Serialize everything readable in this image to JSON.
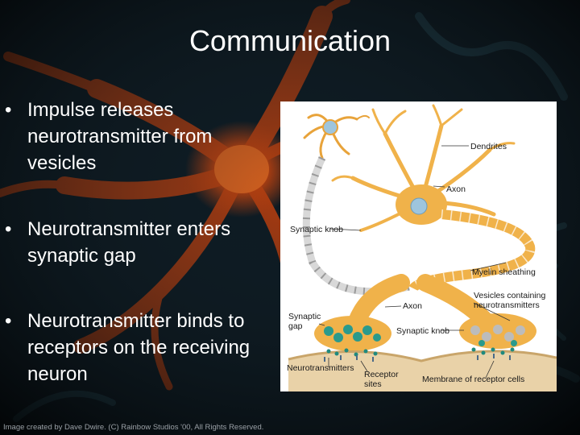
{
  "slide": {
    "title": "Communication",
    "bullets": [
      "Impulse releases neurotransmitter from vesicles",
      "Neurotransmitter enters synaptic gap",
      "Neurotransmitter binds to receptors on the receiving neuron"
    ],
    "bullet_glyph": "•",
    "credit": "Image created by Dave Dwire. (C) Rainbow Studios '00, All Rights Reserved."
  },
  "figure": {
    "labels": {
      "dendrites": "Dendrites",
      "axon_top": "Axon",
      "synaptic_knob_left": "Synaptic knob",
      "myelin_sheathing": "Myelin sheathing",
      "vesicles_line1": "Vesicles containing",
      "vesicles_line2": "neurotransmitters",
      "axon_bottom": "Axon",
      "synaptic_gap_line1": "Synaptic",
      "synaptic_gap_line2": "gap",
      "synaptic_knob_right": "Synaptic knob",
      "neurotransmitters": "Neurotransmitters",
      "receptor_sites_line1": "Receptor",
      "receptor_sites_line2": "sites",
      "membrane": "Membrane of receptor cells"
    }
  },
  "colors": {
    "background": "#050a10",
    "neuron_glow": "#c2410c",
    "neuron_body": "#f0b24a",
    "figure_bg": "#ffffff",
    "text": "#ffffff"
  }
}
